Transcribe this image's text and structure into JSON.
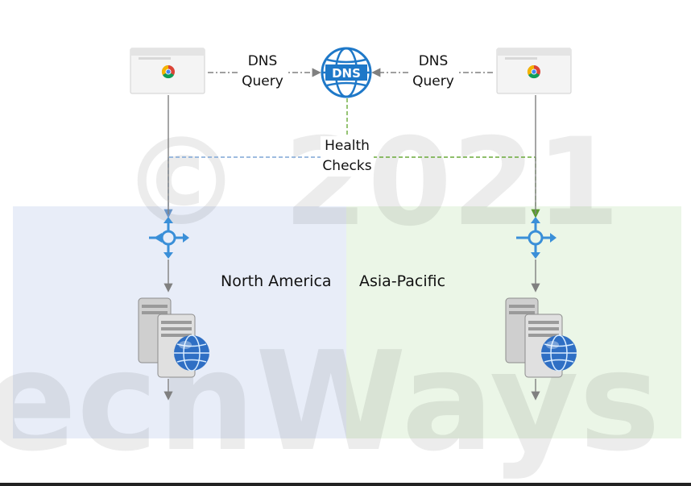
{
  "labels": {
    "dns_query_left": [
      "DNS",
      "Query"
    ],
    "dns_query_right": [
      "DNS",
      "Query"
    ],
    "dns_icon_text": "DNS",
    "health_checks": [
      "Health",
      "Checks"
    ],
    "region_left": "North America",
    "region_right": "Asia-Pacific"
  },
  "watermark": {
    "year": "© 2021",
    "brand": "echWays"
  },
  "icons": {
    "browser_left": "browser-window-icon",
    "browser_right": "browser-window-icon",
    "dns": "dns-globe-icon",
    "load_balancer_left": "load-balancer-icon",
    "load_balancer_right": "load-balancer-icon",
    "server_left": "web-server-icon",
    "server_right": "web-server-icon"
  },
  "colors": {
    "dns_blue": "#1e78c8",
    "region_na": "#e8edf8",
    "region_ap": "#ebf6e7",
    "health_blue_line": "#7ea6d6",
    "health_green_line": "#6aaa3a",
    "flow_gray": "#808080",
    "lb_blue": "#3a8fd8"
  }
}
